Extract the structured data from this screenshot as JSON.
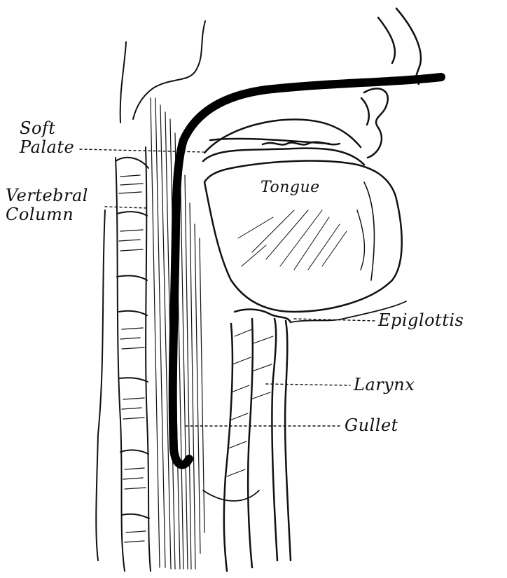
{
  "labels": {
    "soft_palate": [
      "Soft",
      "Palate"
    ],
    "vertebral_column": [
      "Vertebral",
      "Column"
    ],
    "tongue": "Tongue",
    "epiglottis": "Epiglottis",
    "larynx": "Larynx",
    "gullet": "Gullet"
  },
  "colors": {
    "ink": "#111111",
    "paper": "#ffffff"
  }
}
